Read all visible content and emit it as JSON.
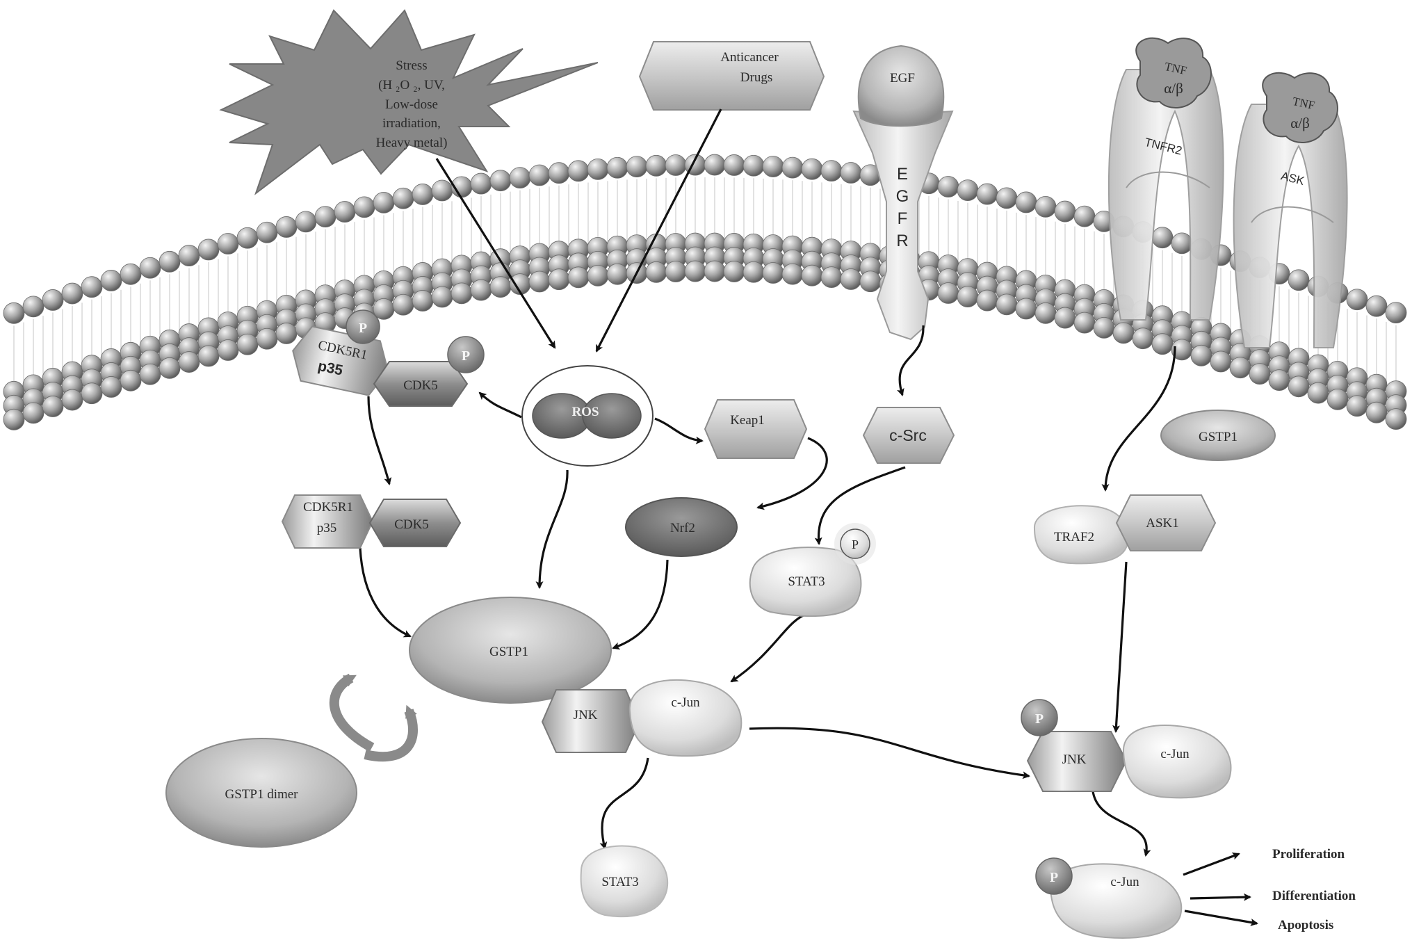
{
  "stress": {
    "title": "Stress",
    "line1": "(H ₂O ₂, UV,",
    "line2": "Low-dose",
    "line3": "irradiation,",
    "line4": "Heavy   metal)"
  },
  "drugs": {
    "line1": "Anticancer",
    "line2": "Drugs"
  },
  "egf": {
    "label": "EGF"
  },
  "egfr": {
    "letters": [
      "E",
      "G",
      "F",
      "R"
    ]
  },
  "tnf": {
    "left": {
      "line1": "TNF",
      "line2": "α/β",
      "receptor": "TNFR2"
    },
    "right": {
      "line1": "TNF",
      "line2": "α/β",
      "receptor": "ASK"
    }
  },
  "phospho": "P",
  "nodes": {
    "cdk5r1_p35_top": {
      "line1": "CDK5R1",
      "line2": "p35"
    },
    "cdk5_top": "CDK5",
    "ros": "ROS",
    "keap1": "Keap1",
    "csrc": "c-Src",
    "gstp1_right": "GSTP1",
    "cdk5r1_p35_mid": {
      "line1": "CDK5R1",
      "line2": "p35"
    },
    "cdk5_mid": "CDK5",
    "nrf2": "Nrf2",
    "stat3_mid": "STAT3",
    "traf2": "TRAF2",
    "ask1": "ASK1",
    "gstp1_center": "GSTP1",
    "jnk_center": "JNK",
    "cjun_center": "c-Jun",
    "gstp1_dimer": "GSTP1   dimer",
    "stat3_bottom": "STAT3",
    "jnk_right": "JNK",
    "cjun_right": "c-Jun",
    "cjun_bottom": "c-Jun"
  },
  "outcomes": [
    "Proliferation",
    "Differentiation",
    "Apoptosis"
  ]
}
